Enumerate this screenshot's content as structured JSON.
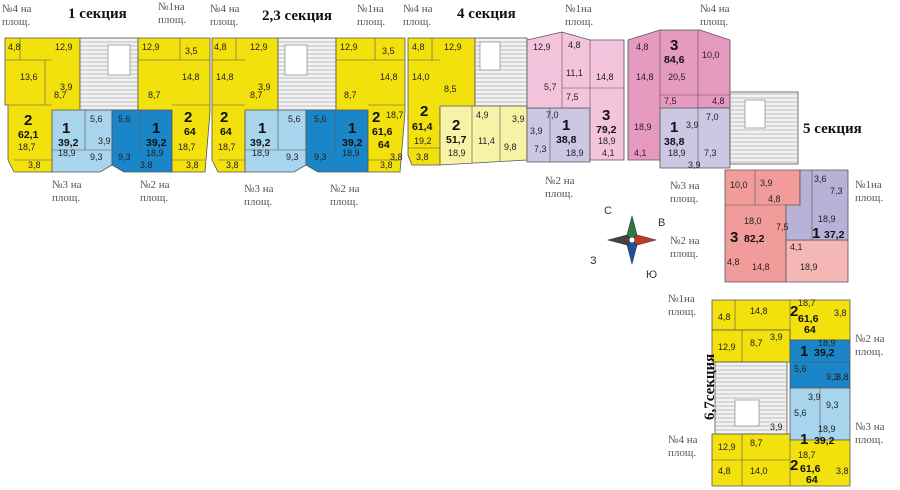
{
  "sections": [
    {
      "id": "s1",
      "label": "1 секция"
    },
    {
      "id": "s23",
      "label": "2,3 секция"
    },
    {
      "id": "s4",
      "label": "4 секция"
    },
    {
      "id": "s5",
      "label": "5 секция"
    },
    {
      "id": "s67",
      "label": "6,7секция"
    }
  ],
  "floor_labels": [
    {
      "id": "l1",
      "line1": "№4 на",
      "line2": "площ."
    },
    {
      "id": "l2",
      "line1": "№1на",
      "line2": "площ."
    },
    {
      "id": "l3",
      "line1": "№4 на",
      "line2": "площ."
    },
    {
      "id": "l4",
      "line1": "№1на",
      "line2": "площ."
    },
    {
      "id": "l5",
      "line1": "№4 на",
      "line2": "площ."
    },
    {
      "id": "l6",
      "line1": "№1на",
      "line2": "площ."
    },
    {
      "id": "l7",
      "line1": "№4 на",
      "line2": "площ."
    },
    {
      "id": "l8",
      "line1": "№3 на",
      "line2": "площ."
    },
    {
      "id": "l9",
      "line1": "№2 на",
      "line2": "площ."
    },
    {
      "id": "l10",
      "line1": "№3 на",
      "line2": "площ."
    },
    {
      "id": "l11",
      "line1": "№2 на",
      "line2": "площ."
    },
    {
      "id": "l12",
      "line1": "№2 на",
      "line2": "площ."
    },
    {
      "id": "l13",
      "line1": "№3 на",
      "line2": "площ."
    },
    {
      "id": "l14",
      "line1": "№1на",
      "line2": "площ."
    },
    {
      "id": "l15",
      "line1": "№2 на",
      "line2": "площ."
    },
    {
      "id": "l16",
      "line1": "№1на",
      "line2": "площ."
    },
    {
      "id": "l17",
      "line1": "№2 на",
      "line2": "площ."
    },
    {
      "id": "l18",
      "line1": "№3 на",
      "line2": "площ."
    },
    {
      "id": "l19",
      "line1": "№4 на",
      "line2": "площ."
    }
  ],
  "apartments": [
    {
      "id": "a1",
      "rooms": "2",
      "area": "62,1"
    },
    {
      "id": "a2",
      "rooms": "1",
      "area": "39,2"
    },
    {
      "id": "a3",
      "rooms": "1",
      "area": "39,2"
    },
    {
      "id": "a4",
      "rooms": "2",
      "area": "64"
    },
    {
      "id": "a5",
      "rooms": "2",
      "area": "64"
    },
    {
      "id": "a6",
      "rooms": "1",
      "area": "39,2"
    },
    {
      "id": "a7",
      "rooms": "1",
      "area": "39,2"
    },
    {
      "id": "a8",
      "rooms": "2",
      "area": "61,6",
      "area2": "64"
    },
    {
      "id": "a9",
      "rooms": "2",
      "area": "61,4"
    },
    {
      "id": "a10",
      "rooms": "2",
      "area": "51,7"
    },
    {
      "id": "a11",
      "rooms": "1",
      "area": "38,8"
    },
    {
      "id": "a12",
      "rooms": "3",
      "area": "79,2"
    },
    {
      "id": "a13",
      "rooms": "3",
      "area": "84,6"
    },
    {
      "id": "a14",
      "rooms": "1",
      "area": "38,8"
    },
    {
      "id": "a15",
      "rooms": "3",
      "area": "82,2"
    },
    {
      "id": "a16",
      "rooms": "1",
      "area": "37,2"
    },
    {
      "id": "a17",
      "rooms": "2",
      "area": "61,6",
      "area2": "64"
    },
    {
      "id": "a18",
      "rooms": "1",
      "area": "39,2"
    },
    {
      "id": "a19",
      "rooms": "1",
      "area": "39,2"
    },
    {
      "id": "a20",
      "rooms": "2",
      "area": "61,6",
      "area2": "64"
    }
  ],
  "rooms": [
    "4,8",
    "12,9",
    "13,6",
    "8,7",
    "3,9",
    "5,6",
    "3,9",
    "5,6",
    "9,3",
    "9,3",
    "18,7",
    "18,9",
    "18,9",
    "3,8",
    "3,8",
    "12,9",
    "3,5",
    "14,8",
    "8,7",
    "18,7",
    "3,8",
    "4,8",
    "12,9",
    "14,8",
    "8,7",
    "3,9",
    "5,6",
    "5,6",
    "9,3",
    "9,3",
    "18,7",
    "18,9",
    "18,9",
    "3,8",
    "3,8",
    "12,9",
    "3,5",
    "14,8",
    "8,7",
    "18,7",
    "3,8",
    "4,8",
    "12,9",
    "14,0",
    "8,5",
    "19,2",
    "3,8",
    "4,9",
    "11,4",
    "9,8",
    "18,9",
    "3,9",
    "12,9",
    "4,8",
    "11,1",
    "14,8",
    "5,7",
    "7,5",
    "7,0",
    "3,9",
    "7,3",
    "18,9",
    "18,9",
    "4,1",
    "4,8",
    "10,0",
    "14,8",
    "20,5",
    "7,5",
    "4,8",
    "18,9",
    "7,0",
    "3,9",
    "7,3",
    "18,9",
    "4,1",
    "3,9",
    "10,0",
    "3,9",
    "4,8",
    "3,6",
    "7,3",
    "18,0",
    "7,5",
    "18,9",
    "4,1",
    "14,8",
    "18,9",
    "4,8",
    "4,8",
    "14,8",
    "18,7",
    "3,8",
    "12,9",
    "8,7",
    "3,9",
    "18,9",
    "3,8",
    "5,6",
    "9,3",
    "5,6",
    "9,3",
    "18,9",
    "3,9",
    "12,9",
    "3,9",
    "8,7",
    "18,7",
    "4,8",
    "14,0",
    "3,8"
  ],
  "compass": {
    "n": "С",
    "e": "В",
    "s": "Ю",
    "w": "З"
  },
  "colors": {
    "yellow": "#f2e10c",
    "light_blue": "#a9d4ee",
    "blue": "#1a86c8",
    "light_yellow": "#f7f2a6",
    "light_purple": "#cdc7e4",
    "pink": "#f3c4dc",
    "dark_pink": "#e79ac0",
    "salmon": "#f19c9a",
    "light_salmon": "#f5b7b5",
    "purple": "#b9b2d8",
    "gray": "#e6e6e6"
  }
}
